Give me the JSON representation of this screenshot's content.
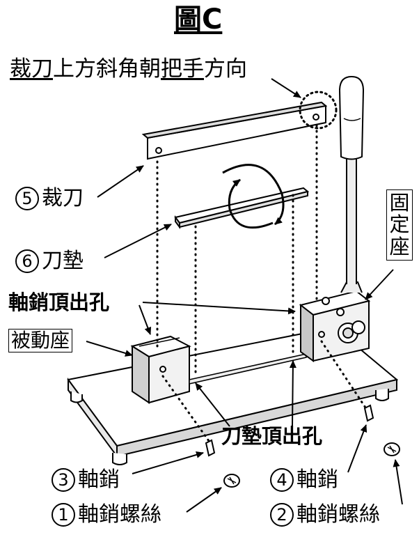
{
  "title": "圖C",
  "note": {
    "part1": "裁刀",
    "part2": "上方斜角朝",
    "part3": "把手",
    "part4": "方向"
  },
  "labels": {
    "blade": {
      "num": "5",
      "text": "裁刀"
    },
    "pad": {
      "num": "6",
      "text": "刀墊"
    },
    "pin_hole": "軸銷頂出孔",
    "passive_seat": "被動座",
    "fixed_seat": [
      "固",
      "定",
      "座"
    ],
    "pad_hole": "刀墊頂出孔",
    "pin3": {
      "num": "3",
      "text": "軸銷"
    },
    "screw1": {
      "num": "1",
      "text": "軸銷螺絲"
    },
    "pin4": {
      "num": "4",
      "text": "軸銷"
    },
    "screw2": {
      "num": "2",
      "text": "軸銷螺絲"
    }
  }
}
